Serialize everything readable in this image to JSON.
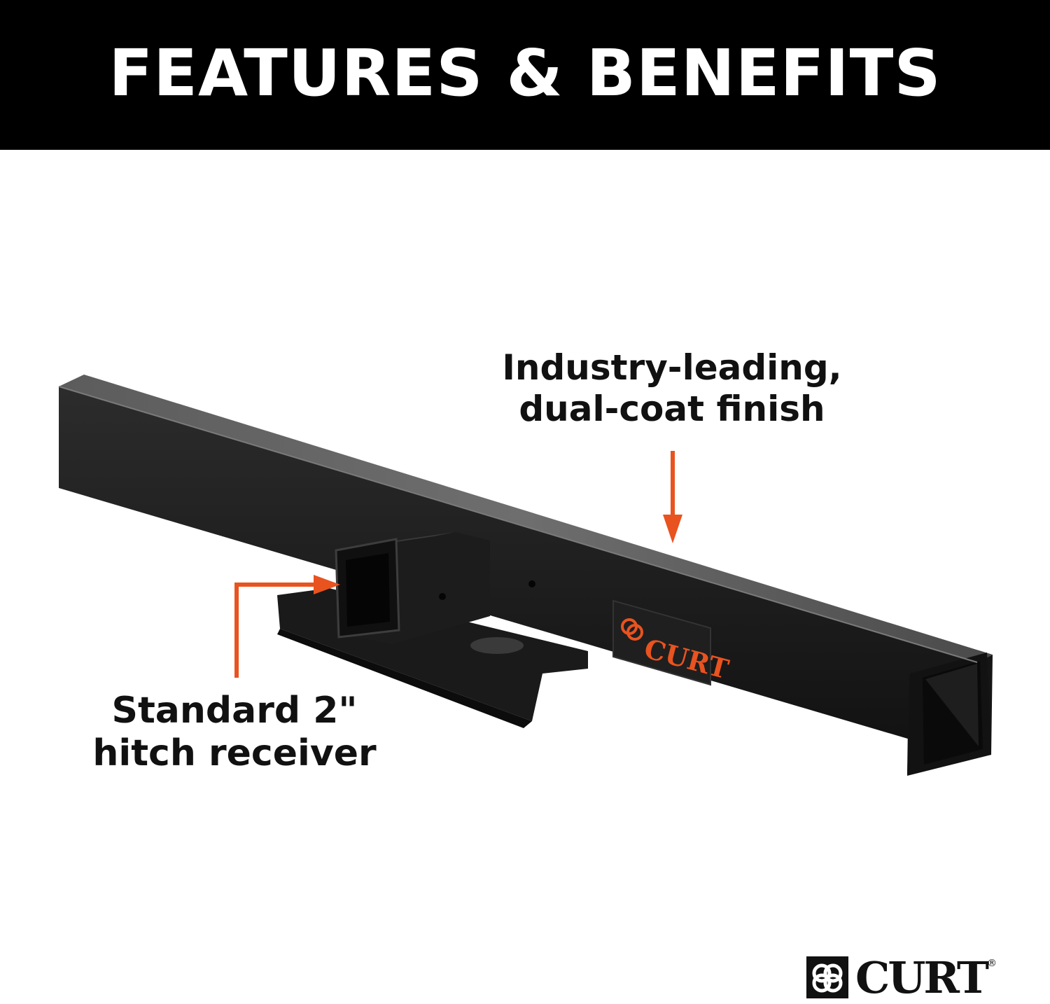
{
  "header": {
    "title": "FEATURES & BENEFITS"
  },
  "callouts": {
    "finish": {
      "line1": "Industry-leading,",
      "line2": "dual-coat finish"
    },
    "receiver": {
      "line1": "Standard 2\"",
      "line2": "hitch receiver"
    }
  },
  "product_badge": {
    "text": "CURT"
  },
  "brand": {
    "name": "CURT",
    "reg_mark": "®"
  },
  "colors": {
    "header_bg": "#000000",
    "header_text": "#ffffff",
    "accent_orange": "#e8531f",
    "product_black": "#1a1a1a"
  },
  "icons": {
    "brand_mark": "curt-link-icon",
    "arrow": "orange-callout-arrow"
  }
}
